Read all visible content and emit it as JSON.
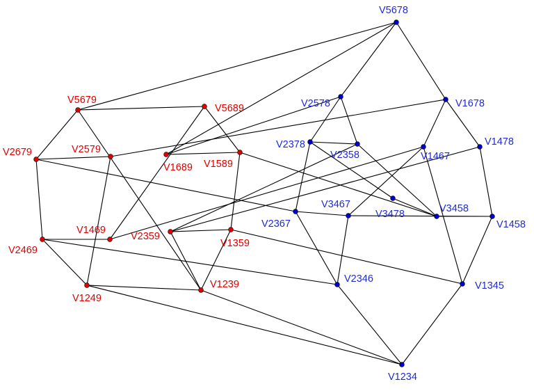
{
  "diagram": {
    "colors": {
      "edge": "#000000",
      "red_node": "#e00000",
      "red_label": "#e00000",
      "blue_node": "#0000cc",
      "blue_label": "#1f2bd6",
      "background": "#ffffff"
    },
    "vertices": {
      "V5678": {
        "label": "V5678",
        "group": "blue"
      },
      "V2578": {
        "label": "V2578",
        "group": "blue"
      },
      "V1678": {
        "label": "V1678",
        "group": "blue"
      },
      "V2378": {
        "label": "V2378",
        "group": "blue"
      },
      "V2358": {
        "label": "V2358",
        "group": "blue"
      },
      "V1467": {
        "label": "V1467",
        "group": "blue"
      },
      "V1478": {
        "label": "V1478",
        "group": "blue"
      },
      "V3467": {
        "label": "V3467",
        "group": "blue"
      },
      "V2367": {
        "label": "V2367",
        "group": "blue"
      },
      "V3478": {
        "label": "V3478",
        "group": "blue"
      },
      "V3458": {
        "label": "V3458",
        "group": "blue"
      },
      "V1458": {
        "label": "V1458",
        "group": "blue"
      },
      "V2346": {
        "label": "V2346",
        "group": "blue"
      },
      "V1345": {
        "label": "V1345",
        "group": "blue"
      },
      "V1234": {
        "label": "V1234",
        "group": "blue"
      },
      "V5679": {
        "label": "V5679",
        "group": "red"
      },
      "V5689": {
        "label": "V5689",
        "group": "red"
      },
      "V2679": {
        "label": "V2679",
        "group": "red"
      },
      "V2579": {
        "label": "V2579",
        "group": "red"
      },
      "V1689": {
        "label": "V1689",
        "group": "red"
      },
      "V1589": {
        "label": "V1589",
        "group": "red"
      },
      "V1469": {
        "label": "V1469",
        "group": "red"
      },
      "V2469": {
        "label": "V2469",
        "group": "red"
      },
      "V2359": {
        "label": "V2359",
        "group": "red"
      },
      "V1359": {
        "label": "V1359",
        "group": "red"
      },
      "V1239": {
        "label": "V1239",
        "group": "red"
      },
      "V1249": {
        "label": "V1249",
        "group": "red"
      }
    },
    "edges": [
      [
        "V5678",
        "V5679"
      ],
      [
        "V5678",
        "V1689"
      ],
      [
        "V5678",
        "V2578"
      ],
      [
        "V5678",
        "V1678"
      ],
      [
        "V5679",
        "V5689"
      ],
      [
        "V5679",
        "V2679"
      ],
      [
        "V5679",
        "V1239"
      ],
      [
        "V5689",
        "V1589"
      ],
      [
        "V5689",
        "V1469"
      ],
      [
        "V2579",
        "V2679"
      ],
      [
        "V2579",
        "V1678"
      ],
      [
        "V2579",
        "V1249"
      ],
      [
        "V2679",
        "V2469"
      ],
      [
        "V2679",
        "V2367"
      ],
      [
        "V1689",
        "V1589"
      ],
      [
        "V1689",
        "V2578"
      ],
      [
        "V1589",
        "V1359"
      ],
      [
        "V1589",
        "V3458"
      ],
      [
        "V1469",
        "V2469"
      ],
      [
        "V1469",
        "V1467"
      ],
      [
        "V2469",
        "V1249"
      ],
      [
        "V2469",
        "V2346"
      ],
      [
        "V1249",
        "V1239"
      ],
      [
        "V1249",
        "V1234"
      ],
      [
        "V2359",
        "V1359"
      ],
      [
        "V2359",
        "V1239"
      ],
      [
        "V2359",
        "V1478"
      ],
      [
        "V2359",
        "V2358"
      ],
      [
        "V1359",
        "V1239"
      ],
      [
        "V1359",
        "V1345"
      ],
      [
        "V1239",
        "V1234"
      ],
      [
        "V2578",
        "V2378"
      ],
      [
        "V2578",
        "V2358"
      ],
      [
        "V1678",
        "V1467"
      ],
      [
        "V1678",
        "V1478"
      ],
      [
        "V2378",
        "V2358"
      ],
      [
        "V2378",
        "V2367"
      ],
      [
        "V2378",
        "V3478"
      ],
      [
        "V2358",
        "V3458"
      ],
      [
        "V1467",
        "V3467"
      ],
      [
        "V1467",
        "V1345"
      ],
      [
        "V1478",
        "V1458"
      ],
      [
        "V2367",
        "V3467"
      ],
      [
        "V2367",
        "V2346"
      ],
      [
        "V3467",
        "V2346"
      ],
      [
        "V3467",
        "V1458"
      ],
      [
        "V3478",
        "V3458"
      ],
      [
        "V3458",
        "V1458"
      ],
      [
        "V1458",
        "V1345"
      ],
      [
        "V1345",
        "V1234"
      ],
      [
        "V2346",
        "V1234"
      ]
    ]
  }
}
